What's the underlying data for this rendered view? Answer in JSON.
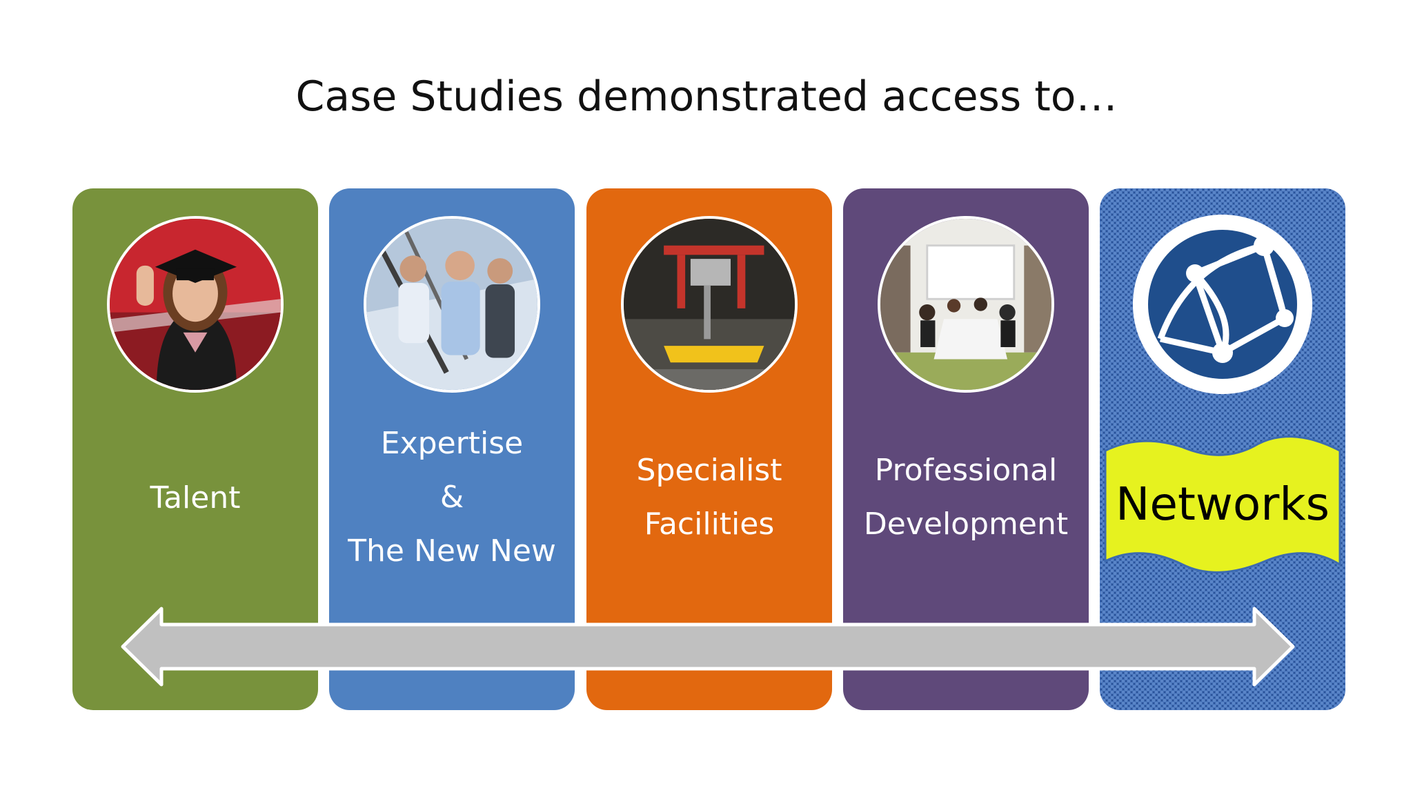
{
  "slide": {
    "title": "Case Studies demonstrated access to…"
  },
  "cards": [
    {
      "label_lines": [
        "Talent"
      ],
      "color": "#78923c",
      "photo": "graduate-photo"
    },
    {
      "label_lines": [
        "Expertise",
        "&",
        "The New New"
      ],
      "color": "#4f81c1",
      "photo": "team-photo"
    },
    {
      "label_lines": [
        "Specialist",
        "Facilities"
      ],
      "color": "#e2680f",
      "photo": "facility-photo"
    },
    {
      "label_lines": [
        "Professional",
        "Development"
      ],
      "color": "#5f497a",
      "photo": "meeting-photo"
    },
    {
      "label_lines": [
        "Networks"
      ],
      "color": "#3f6cb3",
      "photo": "globe-network-icon",
      "banner_color": "#e6f21f"
    }
  ],
  "arrow": {
    "color": "#c0c0c0",
    "direction": "both"
  }
}
